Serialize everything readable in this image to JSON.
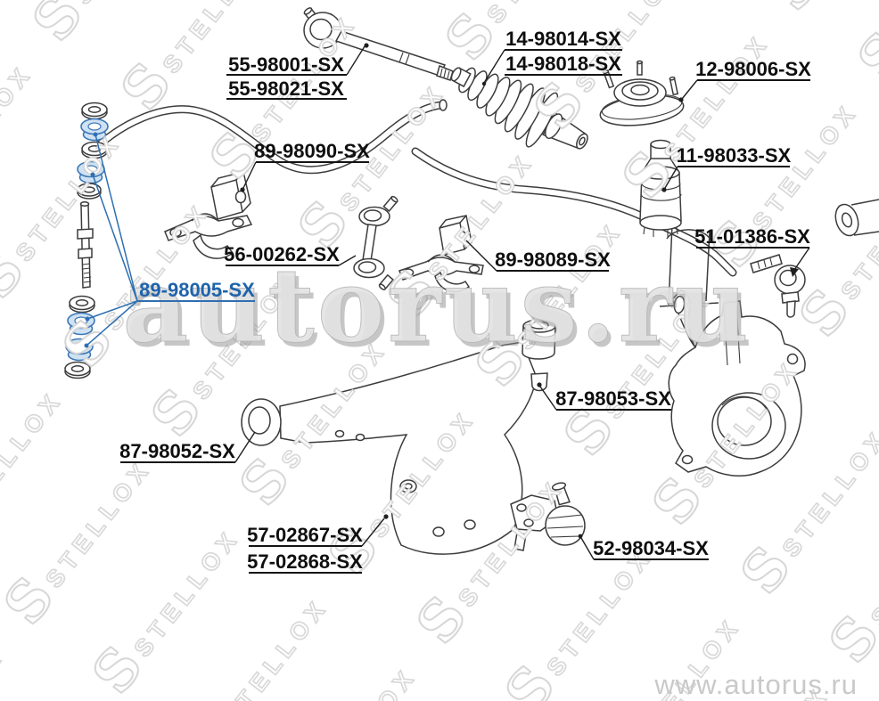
{
  "center_watermark": "autorus.ru",
  "site_url": "www.autorus.ru",
  "brand_watermark": {
    "initial": "S",
    "name": "STELLOX"
  },
  "colors": {
    "line": "#3c3c3c",
    "label_text": "#0f0f0f",
    "highlight_blue": "#1e63ac",
    "highlight_fill": "#cfe2f3",
    "watermark_gray": "#d6d6d6",
    "center_watermark_fill": "#e3e3e3",
    "center_watermark_shadow": "#8f8f8f",
    "site_url_gray": "#c9c9c9",
    "background": "#ffffff"
  },
  "labels": [
    {
      "id": "55-98001",
      "text": "55-98001-SX",
      "highlighted": false
    },
    {
      "id": "55-98021",
      "text": "55-98021-SX",
      "highlighted": false
    },
    {
      "id": "14-98014",
      "text": "14-98014-SX",
      "highlighted": false
    },
    {
      "id": "14-98018",
      "text": "14-98018-SX",
      "highlighted": false
    },
    {
      "id": "12-98006",
      "text": "12-98006-SX",
      "highlighted": false
    },
    {
      "id": "89-98090",
      "text": "89-98090-SX",
      "highlighted": false
    },
    {
      "id": "11-98033",
      "text": "11-98033-SX",
      "highlighted": false
    },
    {
      "id": "56-00262",
      "text": "56-00262-SX",
      "highlighted": false
    },
    {
      "id": "89-98089",
      "text": "89-98089-SX",
      "highlighted": false
    },
    {
      "id": "51-01386",
      "text": "51-01386-SX",
      "highlighted": false
    },
    {
      "id": "89-98005",
      "text": "89-98005-SX",
      "highlighted": true
    },
    {
      "id": "87-98053",
      "text": "87-98053-SX",
      "highlighted": false
    },
    {
      "id": "87-98052",
      "text": "87-98052-SX",
      "highlighted": false
    },
    {
      "id": "57-02867",
      "text": "57-02867-SX",
      "highlighted": false
    },
    {
      "id": "57-02868",
      "text": "57-02868-SX",
      "highlighted": false
    },
    {
      "id": "52-98034",
      "text": "52-98034-SX",
      "highlighted": false
    }
  ]
}
